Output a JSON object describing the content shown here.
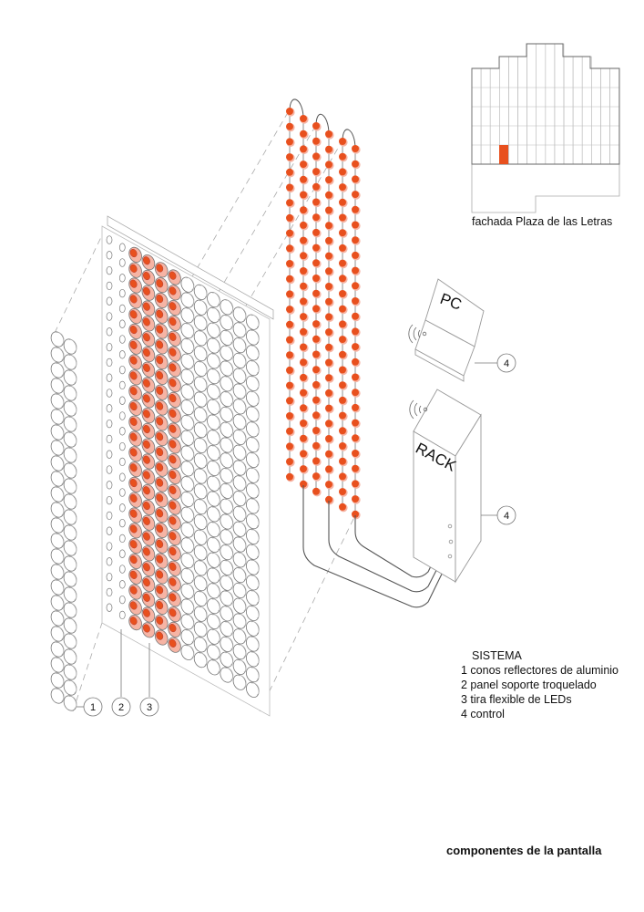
{
  "facade": {
    "caption": "fachada Plaza de las Letras"
  },
  "devices": {
    "pc_label": "PC",
    "rack_label": "RACK"
  },
  "callouts": {
    "cones": "1",
    "panel": "2",
    "leds": "3",
    "pc_control": "4",
    "rack_control": "4"
  },
  "legend": {
    "heading": "SISTEMA",
    "items": [
      "1 conos reflectores de aluminio",
      "2 panel soporte troquelado",
      "3 tira flexible de LEDs",
      "4 control"
    ]
  },
  "title": "componentes de la pantalla",
  "colors": {
    "led": "#e8501e",
    "led_halo": "#f6b4a4",
    "line": "#888888"
  }
}
